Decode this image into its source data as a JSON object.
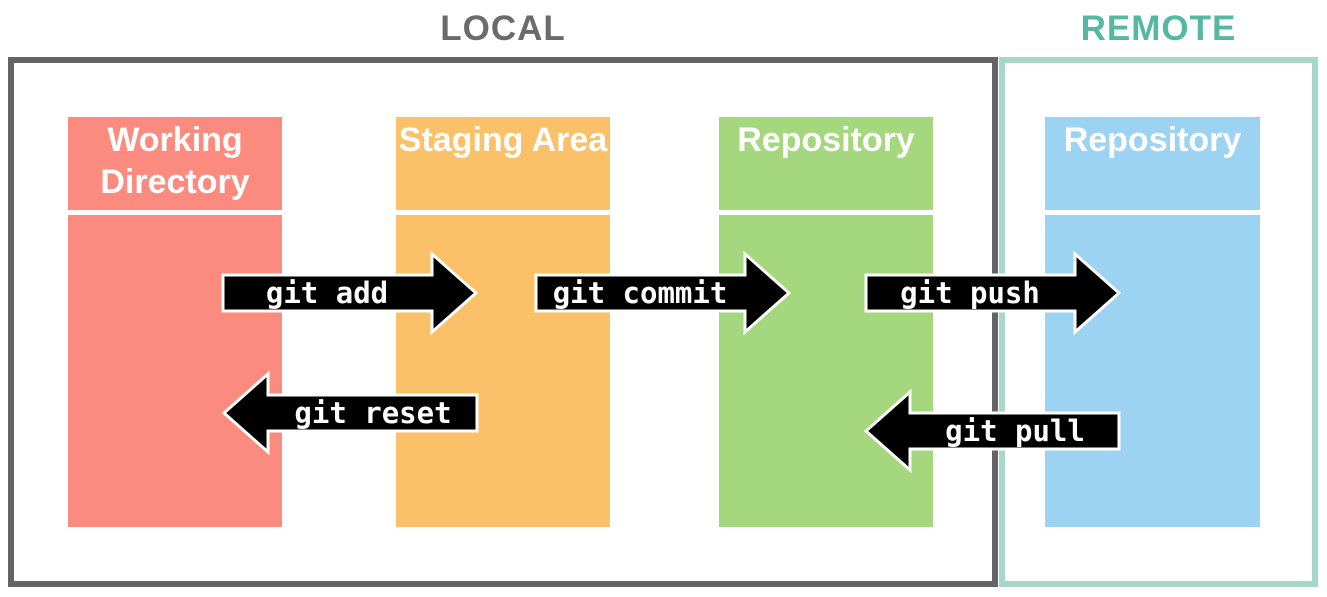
{
  "diagram": {
    "kind": "git-workflow",
    "background": "#ffffff"
  },
  "local": {
    "title": "LOCAL",
    "title_color": "#6b6b6b",
    "border_color": "#646464",
    "columns": [
      {
        "label": "Working Directory",
        "color": "#fb8b7e"
      },
      {
        "label": "Staging Area",
        "color": "#fac169"
      },
      {
        "label": "Repository",
        "color": "#a4d77e"
      }
    ]
  },
  "remote": {
    "title": "REMOTE",
    "title_color": "#55b9a2",
    "border_color": "#a5d8c8",
    "columns": [
      {
        "label": "Repository",
        "color": "#9dd3f2"
      }
    ]
  },
  "arrows": {
    "style": {
      "fill": "#000000",
      "outline": "#ffffff",
      "text_color": "#ffffff"
    },
    "items": [
      {
        "label": "git add",
        "direction": "right",
        "from": "working-directory",
        "to": "staging-area"
      },
      {
        "label": "git commit",
        "direction": "right",
        "from": "staging-area",
        "to": "local-repository"
      },
      {
        "label": "git push",
        "direction": "right",
        "from": "local-repository",
        "to": "remote-repository"
      },
      {
        "label": "git reset",
        "direction": "left",
        "from": "staging-area",
        "to": "working-directory"
      },
      {
        "label": "git pull",
        "direction": "left",
        "from": "remote-repository",
        "to": "local-repository"
      }
    ]
  }
}
